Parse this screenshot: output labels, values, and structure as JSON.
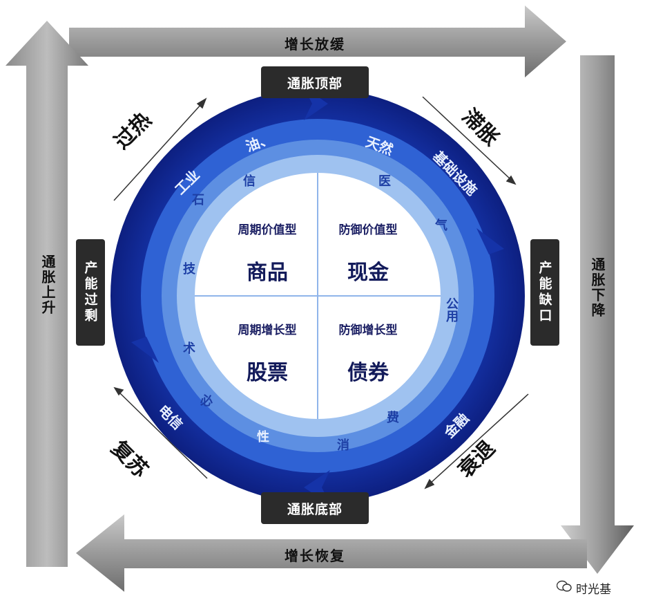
{
  "arrows": {
    "top": "增长放缓",
    "bottom": "增长恢复",
    "left": "通胀上升",
    "right": "通胀下降"
  },
  "labels": {
    "top": "通胀顶部",
    "bottom": "通胀底部",
    "left": "产能过剩",
    "right": "产能缺口"
  },
  "phases": {
    "overheat": "过热",
    "stagflation": "滞胀",
    "recession": "衰退",
    "recovery": "复苏"
  },
  "quadrants": [
    {
      "type": "周期价值型",
      "asset": "商品"
    },
    {
      "type": "防御价值型",
      "asset": "现金"
    },
    {
      "type": "周期增长型",
      "asset": "股票"
    },
    {
      "type": "防御增长型",
      "asset": "债券"
    }
  ],
  "outer_ring": {
    "industry": "工业",
    "oil": "油、",
    "gas": "天然",
    "infra": "基础设施",
    "telecom": "电信",
    "finance": "金融"
  },
  "inner_ring": {
    "petro": "石",
    "tech": "技",
    "info": "信",
    "medical": "医",
    "gas2": "气",
    "public": "公用",
    "prop": "性",
    "consume": "消",
    "nonessential": "费",
    "art": "术",
    "must": "必"
  },
  "watermark": {
    "text": "时光基"
  },
  "colors": {
    "outer_ring": "#1a2fa8",
    "middle_ring": "#3e73d8",
    "inner_ring": "#a8c8f0",
    "arrow_gray": "#777777",
    "label_bg": "#2b2b2b"
  }
}
